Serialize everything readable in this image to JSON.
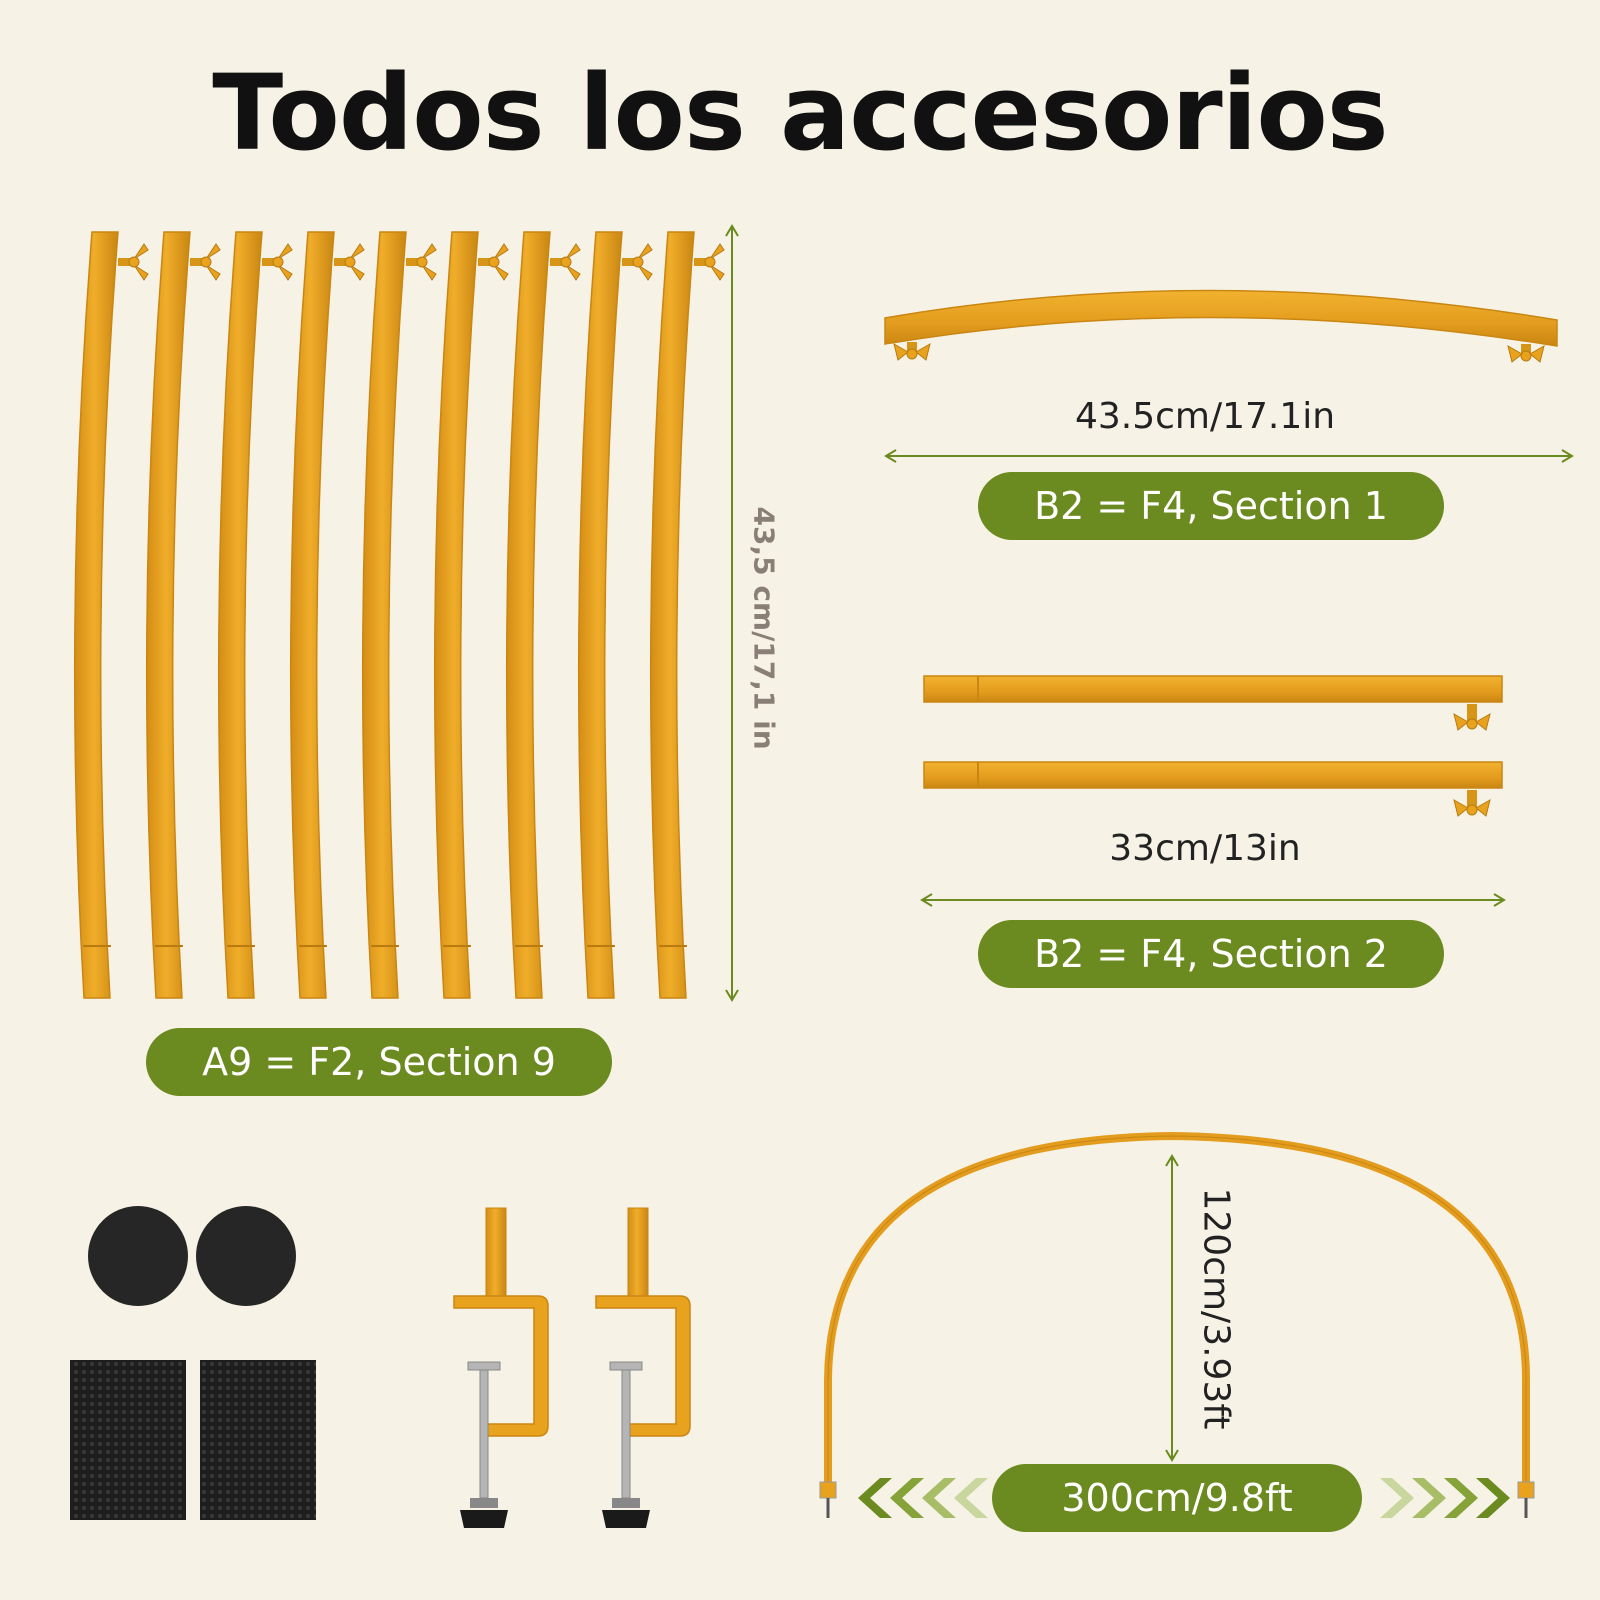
{
  "title": "Todos los accesorios",
  "parts": {
    "a9": {
      "label": "A9 = F2, Section 9",
      "count": 9,
      "length_label": "43,5 cm/17,1 in"
    },
    "b2_section1": {
      "label": "B2 = F4, Section 1",
      "length_label": "43.5cm/17.1in"
    },
    "b2_section2": {
      "label": "B2 = F4, Section 2",
      "count": 2,
      "length_label": "33cm/13in"
    },
    "arch": {
      "height_label": "120cm/3.93ft",
      "width_label": "300cm/9.8ft"
    }
  },
  "colors": {
    "tube": "#e8a21e",
    "tube_dark": "#c98612",
    "pill": "#6b8a1f",
    "dim_line": "#6b8a1f",
    "background": "#f6f3e6",
    "pad": "#262626",
    "screw": "#b5b5b5"
  },
  "accessories": {
    "round_pads": 2,
    "square_pads": 2,
    "clamps": 2
  }
}
